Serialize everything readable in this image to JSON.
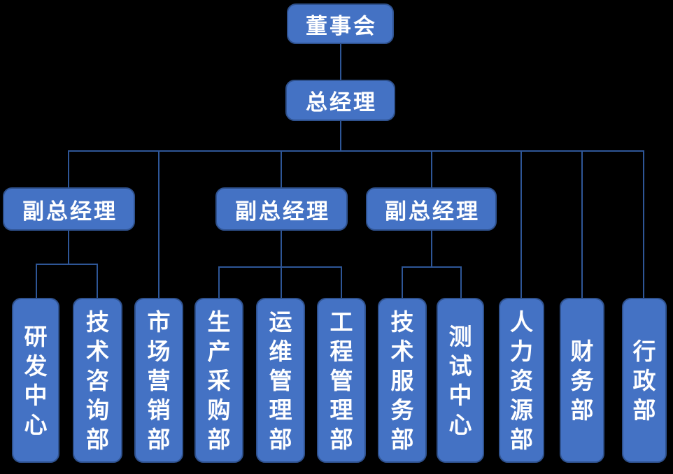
{
  "diagram": {
    "type": "org-chart",
    "background_color": "#000000",
    "node_fill_color": "#4472C4",
    "node_border_color": "#2F528F",
    "connector_color": "#2E5697",
    "text_color": "#FFFFFF"
  },
  "nodes": {
    "board": {
      "label": "董事会"
    },
    "gm": {
      "label": "总经理"
    },
    "vice1": {
      "label": "副总经理"
    },
    "vice2": {
      "label": "副总经理"
    },
    "vice3": {
      "label": "副总经理"
    }
  },
  "departments": [
    {
      "label": "研发中心"
    },
    {
      "label": "技术咨询部"
    },
    {
      "label": "市场营销部"
    },
    {
      "label": "生产采购部"
    },
    {
      "label": "运维管理部"
    },
    {
      "label": "工程管理部"
    },
    {
      "label": "技术服务部"
    },
    {
      "label": "测试中心"
    },
    {
      "label": "人力资源部"
    },
    {
      "label": "财务部"
    },
    {
      "label": "行政部"
    }
  ],
  "hierarchy": {
    "董事会": [
      "总经理"
    ],
    "总经理": [
      "副总经理#1",
      "市场营销部",
      "副总经理#2",
      "副总经理#3",
      "人力资源部",
      "财务部",
      "行政部"
    ],
    "副总经理#1": [
      "研发中心",
      "技术咨询部"
    ],
    "副总经理#2": [
      "生产采购部",
      "运维管理部",
      "工程管理部"
    ],
    "副总经理#3": [
      "技术服务部",
      "测试中心"
    ]
  }
}
